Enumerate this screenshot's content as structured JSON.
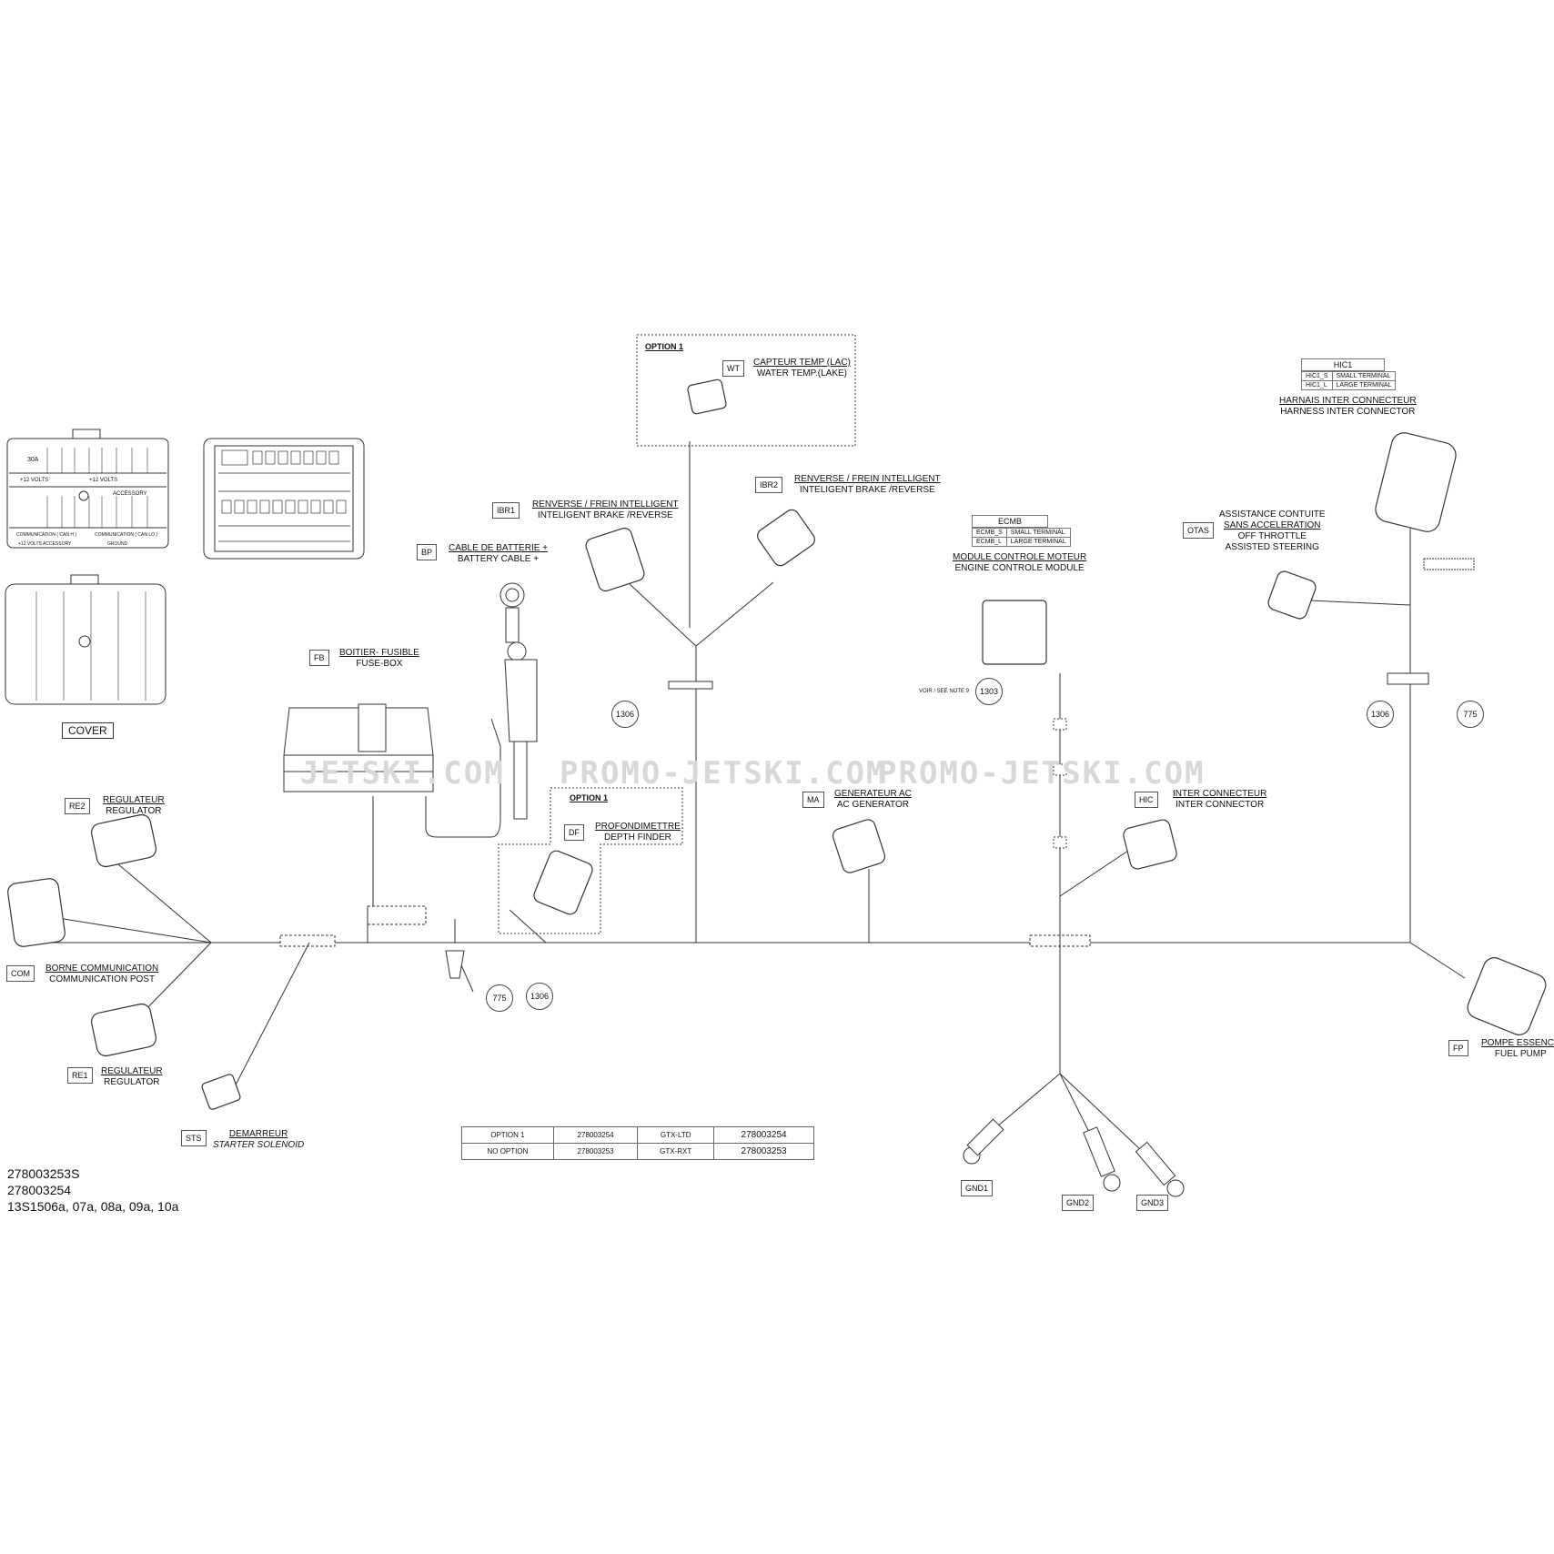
{
  "watermarks": [
    "JETSKI.COM",
    "PROMO-JETSKI.COM",
    "PROMO-JETSKI.COM"
  ],
  "cover_label": "COVER",
  "option_labels": {
    "wt_option": "OPTION 1",
    "df_option": "OPTION 1"
  },
  "fusebox_cell_labels": [
    "30A",
    "+12 VOLTS",
    "+12 VOLTS",
    "ACCESSORY",
    "COMMUNICATION ( CAN H )",
    "COMMUNICATION ( CAN LO )",
    "GROUND",
    "+12 VOLTS ACCESSORY"
  ],
  "components": {
    "wt": {
      "tag": "WT",
      "line1": "CAPTEUR TEMP (LAC)",
      "line2": "WATER TEMP.(LAKE)"
    },
    "ibr1": {
      "tag": "IBR1",
      "line1": "RENVERSE / FREIN INTELLIGENT",
      "line2": "INTELIGENT BRAKE /REVERSE"
    },
    "ibr2": {
      "tag": "IBR2",
      "line1": "RENVERSE / FREIN INTELLIGENT",
      "line2": "INTELIGENT BRAKE /REVERSE"
    },
    "bp": {
      "tag": "BP",
      "line1": "CABLE DE BATTERIE +",
      "line2": "BATTERY CABLE +"
    },
    "fb": {
      "tag": "FB",
      "line1": "BOITIER- FUSIBLE",
      "line2": "FUSE-BOX"
    },
    "ecmb": {
      "tag": "ECMB",
      "line1": "MODULE CONTROLE MOTEUR",
      "line2": "ENGINE CONTROLE MODULE"
    },
    "hic1": {
      "tag": "HIC1",
      "line1": "HARNAIS INTER CONNECTEUR",
      "line2": "HARNESS INTER CONNECTOR"
    },
    "otas": {
      "tag": "OTAS",
      "line1": "ASSISTANCE CONTUITE",
      "line2": "SANS ACCELERATION",
      "line3": "OFF THROTTLE",
      "line4": "ASSISTED STEERING"
    },
    "re2": {
      "tag": "RE2",
      "line1": "REGULATEUR",
      "line2": "REGULATOR"
    },
    "re1": {
      "tag": "RE1",
      "line1": "REGULATEUR",
      "line2": "REGULATOR"
    },
    "com": {
      "tag": "COM",
      "line1": "BORNE COMMUNICATION",
      "line2": "COMMUNICATION POST"
    },
    "df": {
      "tag": "DF",
      "line1": "PROFONDIMETTRE",
      "line2": "DEPTH FINDER"
    },
    "ma": {
      "tag": "MA",
      "line1": "GENERATEUR AC",
      "line2": "AC GENERATOR"
    },
    "hic": {
      "tag": "HIC",
      "line1": "INTER CONNECTEUR",
      "line2": "INTER CONNECTOR"
    },
    "fp": {
      "tag": "FP",
      "line1": "POMPE ESSENCE",
      "line2": "FUEL PUMP"
    },
    "sts": {
      "tag": "STS",
      "line1": "DEMARREUR",
      "line2": "STARTER SOLENOID"
    },
    "gnd1": {
      "tag": "GND1"
    },
    "gnd2": {
      "tag": "GND2"
    },
    "gnd3": {
      "tag": "GND3"
    }
  },
  "ecmb_table": {
    "title": "ECMB",
    "rows": [
      [
        "ECMB_S",
        "SMALL TERMINAL"
      ],
      [
        "ECMB_L",
        "LARGE TERMINAL"
      ]
    ]
  },
  "hic1_table": {
    "title": "HIC1",
    "rows": [
      [
        "HIC1_S",
        "SMALL TERMINAL"
      ],
      [
        "HIC1_L",
        "LARGE TERMINAL"
      ]
    ]
  },
  "refs": {
    "r1306a": "1306",
    "r1306b": "1306",
    "r1306c": "1306",
    "r775a": "775",
    "r775b": "775",
    "r1303": "1303"
  },
  "see_note": "VOIR / SEE NOTE 9",
  "option_table": [
    [
      "OPTION 1",
      "278003254",
      "GTX-LTD",
      "278003254"
    ],
    [
      "NO  OPTION",
      "278003253",
      "GTX-RXT",
      "278003253"
    ]
  ],
  "part_numbers": [
    "278003253S",
    "278003254",
    "13S1506a, 07a, 08a, 09a, 10a"
  ]
}
